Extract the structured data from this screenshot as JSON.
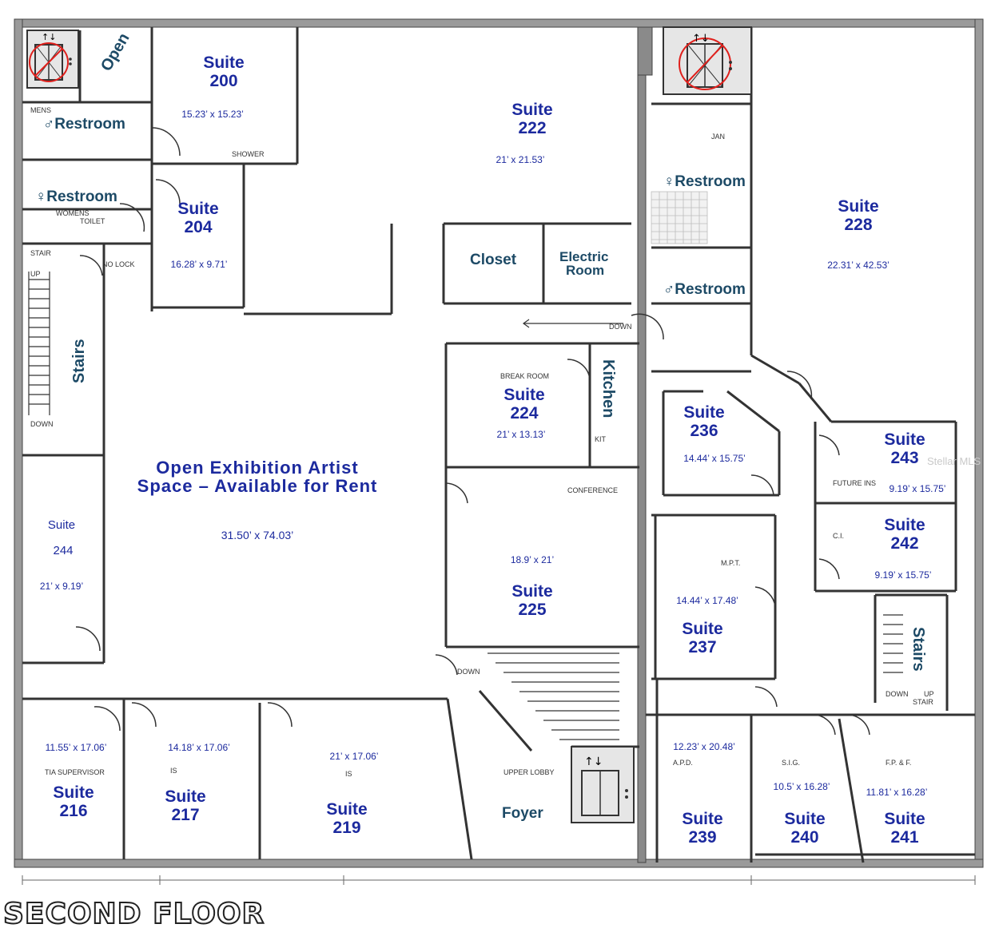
{
  "floor_title": "SECOND FLOOR",
  "watermark": "Stellar MLS",
  "open_space": {
    "line1": "Open Exhibition Artist",
    "line2": "Space – Available for Rent",
    "dims": "31.50’ x 74.03’"
  },
  "labels": {
    "open": "Open",
    "restroom_men_left": "♂Restroom",
    "restroom_women_left": "♀Restroom",
    "stairs_left": "Stairs",
    "closet": "Closet",
    "electric_room_1": "Electric",
    "electric_room_2": "Room",
    "restroom_women_right": "♀Restroom",
    "restroom_men_right": "♂Restroom",
    "kitchen": "Kitchen",
    "stairs_right": "Stairs",
    "foyer": "Foyer"
  },
  "suites": {
    "s200": {
      "line1": "Suite",
      "line2": "200",
      "dims": "15.23’ x 15.23’"
    },
    "s204": {
      "line1": "Suite",
      "line2": "204",
      "dims": "16.28’ x 9.71’"
    },
    "s222": {
      "line1": "Suite",
      "line2": "222",
      "dims": "21’ x 21.53’"
    },
    "s228": {
      "line1": "Suite",
      "line2": "228",
      "dims": "22.31’ x 42.53’"
    },
    "s224": {
      "line1": "Suite",
      "line2": "224",
      "dims": "21’ x 13.13’"
    },
    "s225": {
      "line1": "Suite",
      "line2": "225",
      "dims": "18.9’ x 21’"
    },
    "s236": {
      "line1": "Suite",
      "line2": "236",
      "dims": "14.44’ x 15.75’"
    },
    "s243": {
      "line1": "Suite",
      "line2": "243",
      "dims": "9.19’ x 15.75’"
    },
    "s242": {
      "line1": "Suite",
      "line2": "242",
      "dims": "9.19’ x 15.75’"
    },
    "s237": {
      "line1": "Suite",
      "line2": "237",
      "dims": "14.44’ x 17.48’"
    },
    "s244": {
      "line1": "Suite",
      "line2": "244",
      "dims": "21’ x 9.19’"
    },
    "s216": {
      "line1": "Suite",
      "line2": "216",
      "dims": "11.55’ x 17.06’"
    },
    "s217": {
      "line1": "Suite",
      "line2": "217",
      "dims": "14.18’ x 17.06’"
    },
    "s219": {
      "line1": "Suite",
      "line2": "219",
      "dims": "21’ x 17.06’"
    },
    "s239": {
      "line1": "Suite",
      "line2": "239",
      "dims": "12.23’ x 20.48’"
    },
    "s240": {
      "line1": "Suite",
      "line2": "240",
      "dims": "10.5’ x 16.28’"
    },
    "s241": {
      "line1": "Suite",
      "line2": "241",
      "dims": "11.81’ x 16.28’"
    }
  },
  "plan_notes": {
    "mens": "MENS",
    "womens": "WOMENS",
    "toilet": "TOILET",
    "stair": "STAIR",
    "up": "UP",
    "down": "DOWN",
    "no_lock": "NO LOCK",
    "shower": "SHOWER",
    "jan": "JAN",
    "break_room": "BREAK ROOM",
    "conference": "CONFERENCE",
    "kit": "KIT",
    "future_ins": "FUTURE INS",
    "ci": "C.I.",
    "mpt": "M.P.T.",
    "apd": "A.P.D.",
    "sig": "S.I.G.",
    "fpf": "F.P. & F.",
    "tia_supervisor": "TIA SUPERVISOR",
    "upper_lobby": "UPPER LOBBY",
    "is": "IS"
  }
}
